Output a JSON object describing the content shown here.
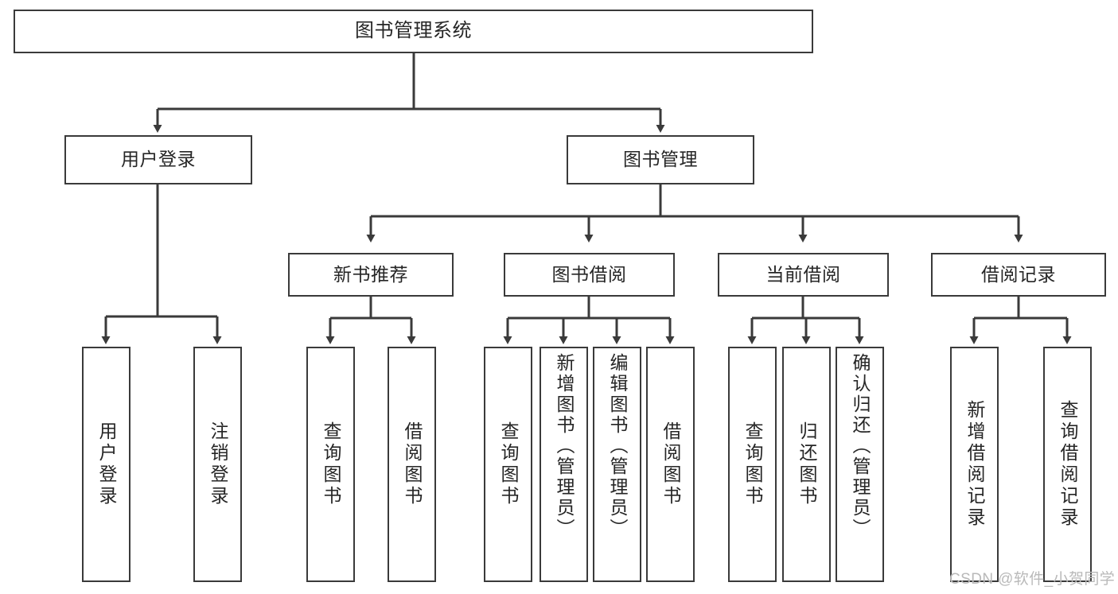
{
  "diagram": {
    "type": "tree-hierarchy",
    "title": "图书管理系统",
    "orientation": "top-down",
    "colors": {
      "box_border": "#3a3a3a",
      "box_fill": "#ffffff",
      "connector": "#3a3a3a",
      "text": "#262626",
      "background": "#ffffff",
      "watermark": "#b9b9b9"
    }
  },
  "root": {
    "label": "图书管理系统"
  },
  "level1": [
    {
      "label": "用户登录"
    },
    {
      "label": "图书管理"
    }
  ],
  "level2": [
    {
      "label": "新书推荐"
    },
    {
      "label": "图书借阅"
    },
    {
      "label": "当前借阅"
    },
    {
      "label": "借阅记录"
    }
  ],
  "leaves": {
    "user_login": [
      {
        "label": "用户登录"
      },
      {
        "label": "注销登录"
      }
    ],
    "new_book_recommend": [
      {
        "label": "查询图书"
      },
      {
        "label": "借阅图书"
      }
    ],
    "book_borrow": [
      {
        "label": "查询图书"
      },
      {
        "label": "新增图书（管理员）"
      },
      {
        "label": "编辑图书（管理员）"
      },
      {
        "label": "借阅图书"
      }
    ],
    "current_borrow": [
      {
        "label": "查询图书"
      },
      {
        "label": "归还图书"
      },
      {
        "label": "确认归还（管理员）"
      }
    ],
    "borrow_record": [
      {
        "label": "新增借阅记录"
      },
      {
        "label": "查询借阅记录"
      }
    ]
  },
  "watermark": {
    "text": "CSDN @软件_小贺同学"
  }
}
